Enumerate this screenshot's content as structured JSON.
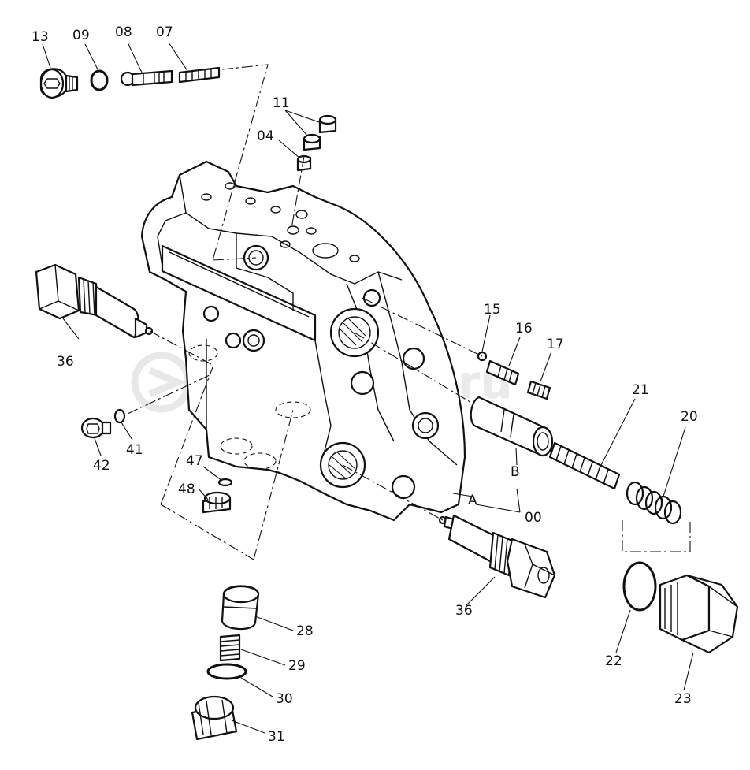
{
  "watermark": "autopiter.ru",
  "callouts": {
    "c13": "13",
    "c09": "09",
    "c08": "08",
    "c07": "07",
    "c11": "11",
    "c04": "04",
    "c36a": "36",
    "c36b": "36",
    "c15": "15",
    "c16": "16",
    "c17": "17",
    "c21": "21",
    "c20": "20",
    "c42": "42",
    "c41": "41",
    "c47": "47",
    "c48": "48",
    "cB": "B",
    "cA": "A",
    "c00": "00",
    "c28": "28",
    "c29": "29",
    "c30": "30",
    "c31": "31",
    "c22": "22",
    "c23": "23"
  }
}
